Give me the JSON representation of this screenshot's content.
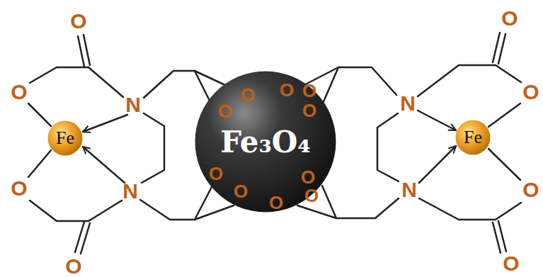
{
  "diagram": {
    "nodes": [
      {
        "text": [
          "Fe"
        ]
      },
      {
        "text": [
          "Fe₃O₄"
        ]
      },
      {
        "text": [
          "Fe"
        ]
      }
    ],
    "labels": [
      "O",
      "O",
      "N",
      "N",
      "O",
      "O",
      "O",
      "O",
      "O",
      "O",
      "O",
      "O",
      "O",
      "O",
      "O",
      "O",
      "O",
      "O",
      "N",
      "N",
      "O",
      "O"
    ]
  }
}
